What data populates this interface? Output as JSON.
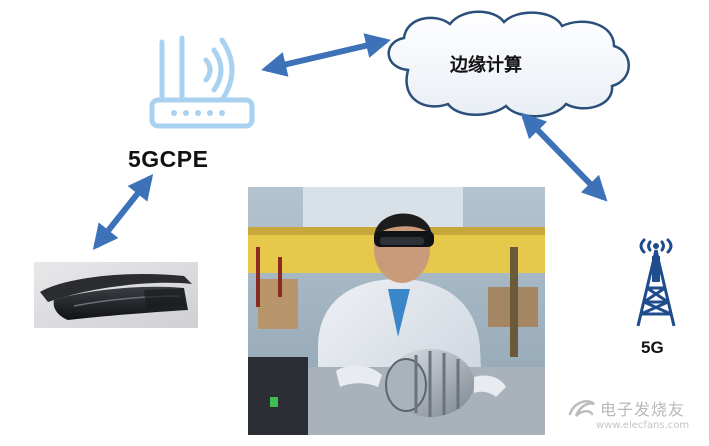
{
  "nodes": {
    "cpe_label": "5GCPE",
    "cloud_label": "边缘计算",
    "tower_label": "5G"
  },
  "watermark": {
    "text": "电子发烧友",
    "sub": "www.elecfans.com"
  },
  "colors": {
    "arrow": "#3d72b8",
    "router_icon": "#a8d2ef",
    "cloud_outline": "#2a4f7a",
    "tower": "#1f4c8c"
  },
  "icons": [
    "router-icon",
    "cloud-icon",
    "tower-icon",
    "headset-icon",
    "worker-photo"
  ]
}
